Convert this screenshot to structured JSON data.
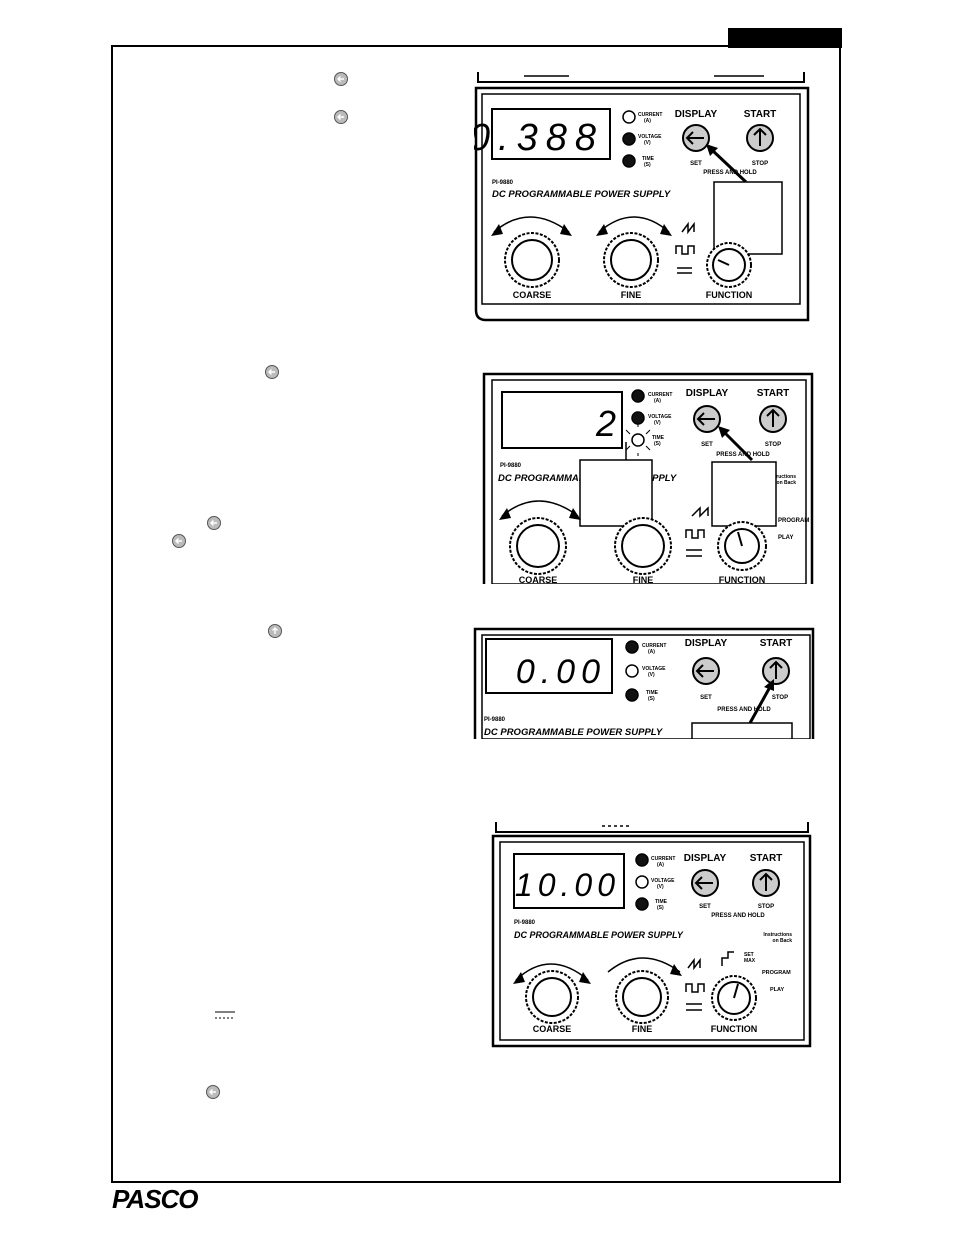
{
  "brand": {
    "logo_text": "PASCO"
  },
  "panel": {
    "model": "PI-9880",
    "title": "DC PROGRAMMABLE POWER SUPPLY",
    "display_label": "DISPLAY",
    "start_label": "START",
    "set_label": "SET",
    "stop_label": "STOP",
    "press_hold": "PRESS AND HOLD",
    "led_current": "CURRENT",
    "led_current_unit": "(A)",
    "led_voltage": "VOLTAGE",
    "led_voltage_unit": "(V)",
    "led_time": "TIME",
    "led_time_unit": "(S)",
    "coarse": "COARSE",
    "fine": "FINE",
    "function": "FUNCTION",
    "set_max_1": "SET",
    "set_max_2": "MAX",
    "program": "PROGRAM",
    "play": "PLAY",
    "instructions_1": "Instructions",
    "instructions_2": "on Back"
  },
  "figures": [
    {
      "readout": "0.388"
    },
    {
      "readout": "2"
    },
    {
      "readout": "0.00"
    },
    {
      "readout": "10.00"
    }
  ]
}
